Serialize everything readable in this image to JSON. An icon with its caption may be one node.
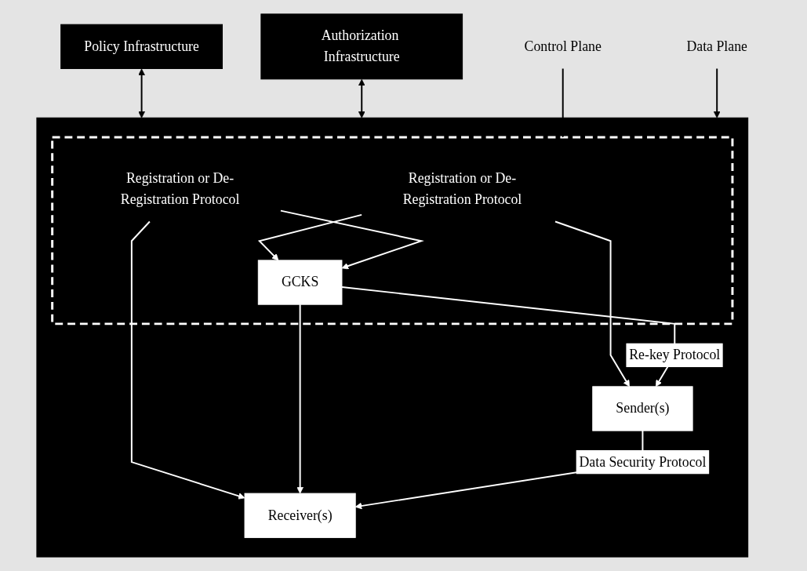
{
  "diagram": {
    "nodes": [
      {
        "text": [
          "Policy Infrastructure"
        ]
      },
      {
        "text": [
          "Authorization Infrastructure"
        ]
      },
      {
        "text": [
          "Control Plane"
        ]
      },
      {
        "text": [],
        "shape": "box"
      },
      {
        "text": [],
        "shape": "box",
        "in": 3
      },
      {
        "text": [
          "Registration or De-Registration Protocol"
        ],
        "in": 4
      },
      {
        "text": [
          "GCKS"
        ],
        "in": 4
      },
      {
        "text": [
          "Registration or De-Registration Protocol"
        ],
        "in": 4
      },
      {
        "text": [
          "Sender(s)"
        ],
        "in": 3
      },
      {
        "text": [
          "Receiver(s)"
        ],
        "in": 3
      },
      {
        "text": [
          "Data Plane"
        ]
      }
    ],
    "edges": [
      {
        "from": 0,
        "to": 3,
        "arrow": "both",
        "color": "#000000"
      },
      {
        "from": 1,
        "to": 3,
        "arrow": "both",
        "color": "#000000"
      },
      {
        "from": 2,
        "to": 4,
        "arrow": "to",
        "color": "#000000"
      },
      {
        "from": 5,
        "to": 6,
        "arrow": "to"
      },
      {
        "from": 7,
        "to": 6,
        "arrow": "to"
      },
      {
        "from": 5,
        "to": 8,
        "arrow": "to"
      },
      {
        "from": 7,
        "to": 9,
        "arrow": "to"
      },
      {
        "from": 6,
        "to": 8,
        "arrow": "to",
        "label": "Re-key Protocol"
      },
      {
        "from": 6,
        "to": 9,
        "arrow": "to"
      },
      {
        "from": 8,
        "to": 9,
        "arrow": "to",
        "label": "Data Security Protocol"
      },
      {
        "from": 10,
        "to": 3,
        "arrow": "to",
        "color": "#000000"
      }
    ]
  }
}
